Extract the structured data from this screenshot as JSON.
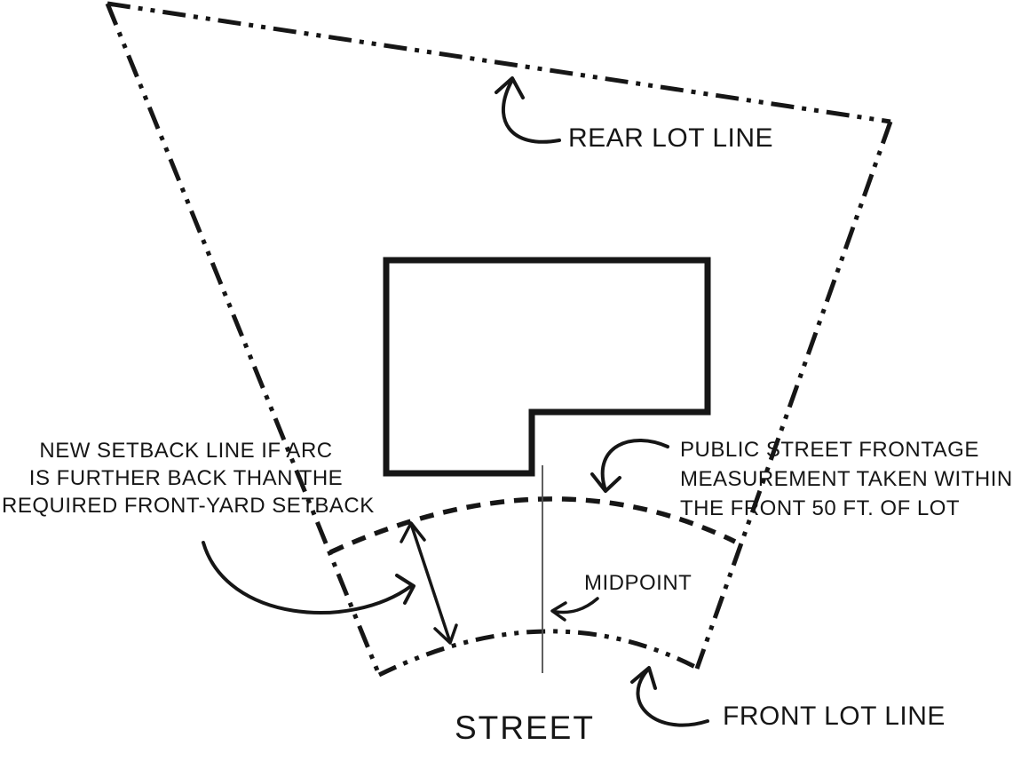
{
  "colors": {
    "ink": "#161616",
    "background": "#ffffff",
    "thin_line": "#4d4d4d"
  },
  "labels": {
    "rear_lot_line": "REAR LOT LINE",
    "new_setback_line1": "NEW SETBACK LINE IF ARC",
    "new_setback_line2": "IS FURTHER BACK THAN THE",
    "new_setback_line3": "REQUIRED FRONT-YARD SETBACK",
    "public_frontage_line1": "PUBLIC STREET FRONTAGE",
    "public_frontage_line2": "MEASUREMENT TAKEN WITHIN",
    "public_frontage_line3": "THE FRONT 50 FT. OF LOT",
    "midpoint": "MIDPOINT",
    "street": "STREET",
    "front_lot_line": "FRONT LOT LINE"
  }
}
